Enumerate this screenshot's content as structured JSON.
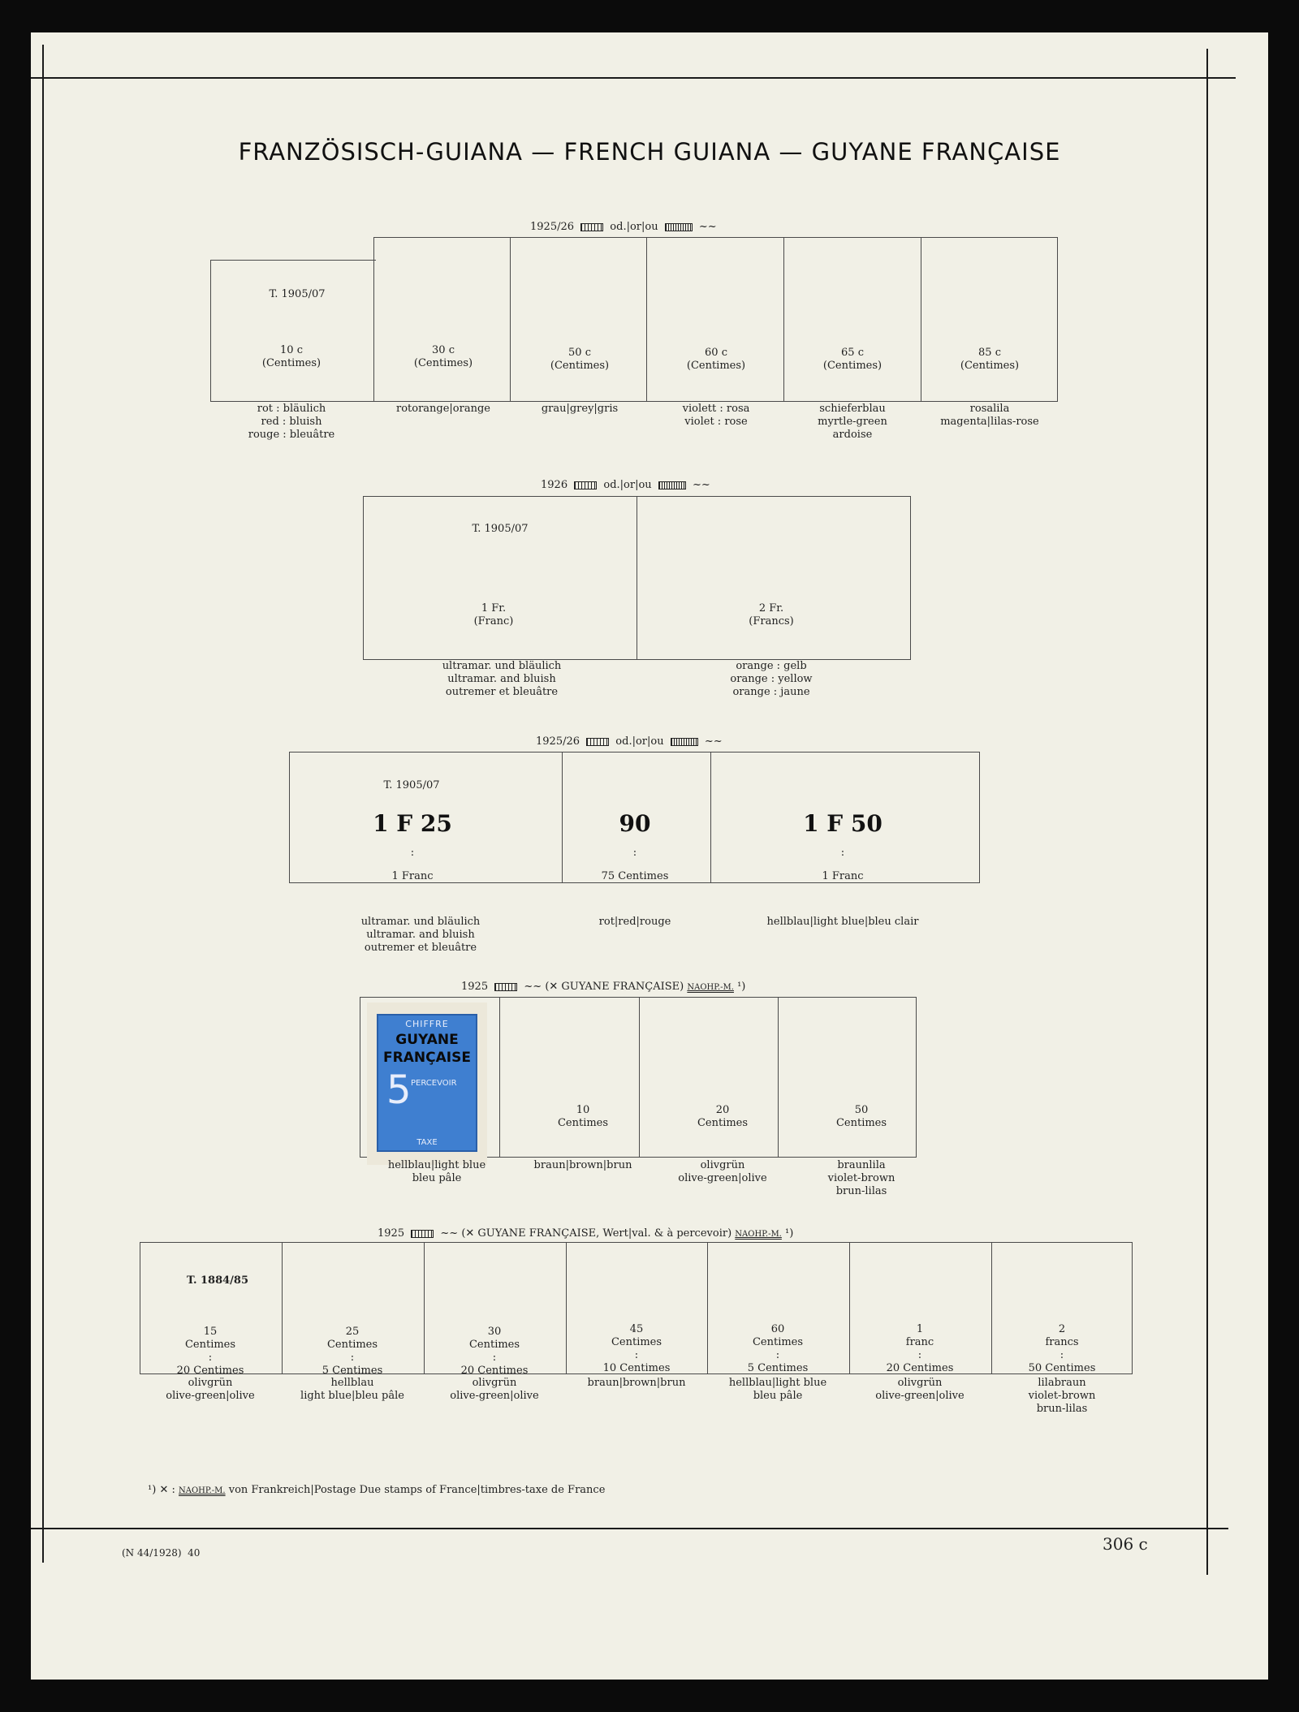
{
  "title": "FRANZÖSISCH-GUIANA — FRENCH GUIANA — GUYANE FRANÇAISE",
  "section1": {
    "header_year": "1925/26",
    "header_text": "od.|or|ou",
    "type_ref": "T. 1905/07",
    "stamps": [
      {
        "value": "10 c",
        "unit": "(Centimes)",
        "color": [
          "rot : bläulich",
          "red : bluish",
          "rouge : bleuâtre"
        ]
      },
      {
        "value": "30 c",
        "unit": "(Centimes)",
        "color": [
          "rotorange|orange"
        ]
      },
      {
        "value": "50 c",
        "unit": "(Centimes)",
        "color": [
          "grau|grey|gris"
        ]
      },
      {
        "value": "60 c",
        "unit": "(Centimes)",
        "color": [
          "violett : rosa",
          "violet : rose"
        ]
      },
      {
        "value": "65 c",
        "unit": "(Centimes)",
        "color": [
          "schieferblau",
          "myrtle-green",
          "ardoise"
        ]
      },
      {
        "value": "85 c",
        "unit": "(Centimes)",
        "color": [
          "rosalila",
          "magenta|lilas-rose"
        ]
      }
    ]
  },
  "section2": {
    "header_year": "1926",
    "header_text": "od.|or|ou",
    "type_ref": "T. 1905/07",
    "stamps": [
      {
        "value": "1 Fr.",
        "unit": "(Franc)",
        "color": [
          "ultramar. und bläulich",
          "ultramar. and bluish",
          "outremer et bleuâtre"
        ]
      },
      {
        "value": "2 Fr.",
        "unit": "(Francs)",
        "color": [
          "orange : gelb",
          "orange : yellow",
          "orange : jaune"
        ]
      }
    ]
  },
  "section3": {
    "header_year": "1925/26",
    "header_text": "od.|or|ou",
    "type_ref": "T. 1905/07",
    "stamps": [
      {
        "surcharge": "1 F 25",
        "sep": ":",
        "orig": "1 Franc",
        "color": [
          "ultramar. und bläulich",
          "ultramar. and bluish",
          "outremer et bleuâtre"
        ]
      },
      {
        "surcharge": "90",
        "sep": ":",
        "orig": "75 Centimes",
        "color": [
          "rot|red|rouge"
        ]
      },
      {
        "surcharge": "1 F 50",
        "sep": ":",
        "orig": "1 Franc",
        "color": [
          "hellblau|light blue|bleu clair"
        ]
      }
    ]
  },
  "section4": {
    "header_year": "1925",
    "header_text": "(✕ GUYANE FRANÇAISE)",
    "naoh": "NAOHP.-M.",
    "footnote_mark": "¹)",
    "stamp_image": {
      "top": "CHIFFRE",
      "overprint1": "GUYANE",
      "overprint2": "FRANÇAISE",
      "value": "5",
      "perc": "PERCEVOIR",
      "bottom": "TAXE"
    },
    "stamps": [
      {
        "value": "",
        "unit": "",
        "color": [
          "hellblau|light blue",
          "bleu pâle"
        ]
      },
      {
        "value": "10",
        "unit": "Centimes",
        "color": [
          "braun|brown|brun"
        ]
      },
      {
        "value": "20",
        "unit": "Centimes",
        "color": [
          "olivgrün",
          "olive-green|olive"
        ]
      },
      {
        "value": "50",
        "unit": "Centimes",
        "color": [
          "braunlila",
          "violet-brown",
          "brun-lilas"
        ]
      }
    ]
  },
  "section5": {
    "header_year": "1925",
    "header_text": "(✕ GUYANE FRANÇAISE, Wert|val. & à percevoir)",
    "naoh": "NAOHP.-M.",
    "footnote_mark": "¹)",
    "type_ref": "T. 1884/85",
    "stamps": [
      {
        "value": "15",
        "unit": "Centimes",
        "orig": "20 Centimes",
        "color": [
          "olivgrün",
          "olive-green|olive"
        ]
      },
      {
        "value": "25",
        "unit": "Centimes",
        "orig": "5 Centimes",
        "color": [
          "hellblau",
          "light blue|bleu pâle"
        ]
      },
      {
        "value": "30",
        "unit": "Centimes",
        "orig": "20 Centimes",
        "color": [
          "olivgrün",
          "olive-green|olive"
        ]
      },
      {
        "value": "45",
        "unit": "Centimes",
        "orig": "10 Centimes",
        "color": [
          "braun|brown|brun"
        ]
      },
      {
        "value": "60",
        "unit": "Centimes",
        "orig": "5 Centimes",
        "color": [
          "hellblau|light blue",
          "bleu pâle"
        ]
      },
      {
        "value": "1",
        "unit": "franc",
        "orig": "20 Centimes",
        "color": [
          "olivgrün",
          "olive-green|olive"
        ]
      },
      {
        "value": "2",
        "unit": "francs",
        "orig": "50 Centimes",
        "color": [
          "lilabraun",
          "violet-brown",
          "brun-lilas"
        ]
      }
    ]
  },
  "footnote": {
    "mark": "¹)",
    "cross": "✕",
    "naoh": "NAOHP.-M.",
    "text": "von Frankreich|Postage Due stamps of France|timbres-taxe de France"
  },
  "footer": {
    "left": "(N 44/1928)",
    "left_num": "40",
    "page": "306 c"
  },
  "wave": "~~"
}
